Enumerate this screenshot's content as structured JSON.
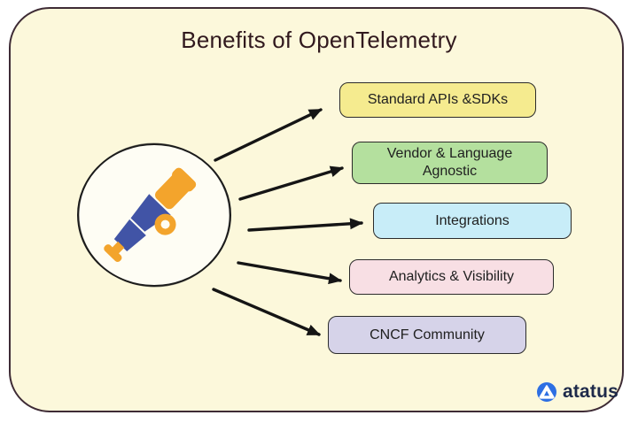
{
  "title": "Benefits of OpenTelemetry",
  "benefits": [
    {
      "label": "Standard APIs &SDKs",
      "bg": "#F5EB8F"
    },
    {
      "label": "Vendor & Language Agnostic",
      "bg": "#B4E09E"
    },
    {
      "label": "Integrations",
      "bg": "#C8EDF8"
    },
    {
      "label": "Analytics & Visibility",
      "bg": "#F8DFE4"
    },
    {
      "label": "CNCF Community",
      "bg": "#D6D3E9"
    }
  ],
  "diagram": {
    "center_icon": "telescope-icon",
    "arrow_color": "#151515",
    "circle_fill": "#FEFDF4",
    "telescope_tube_color": "#4154A6",
    "telescope_accent_color": "#F3A42C"
  },
  "canvas": {
    "background": "#FCF8DB",
    "border_color": "#3E2B35"
  },
  "brand": {
    "name": "atatus",
    "icon": "atatus-triangle-icon",
    "icon_color": "#2D6FE3",
    "text_color": "#1E2A4A"
  }
}
